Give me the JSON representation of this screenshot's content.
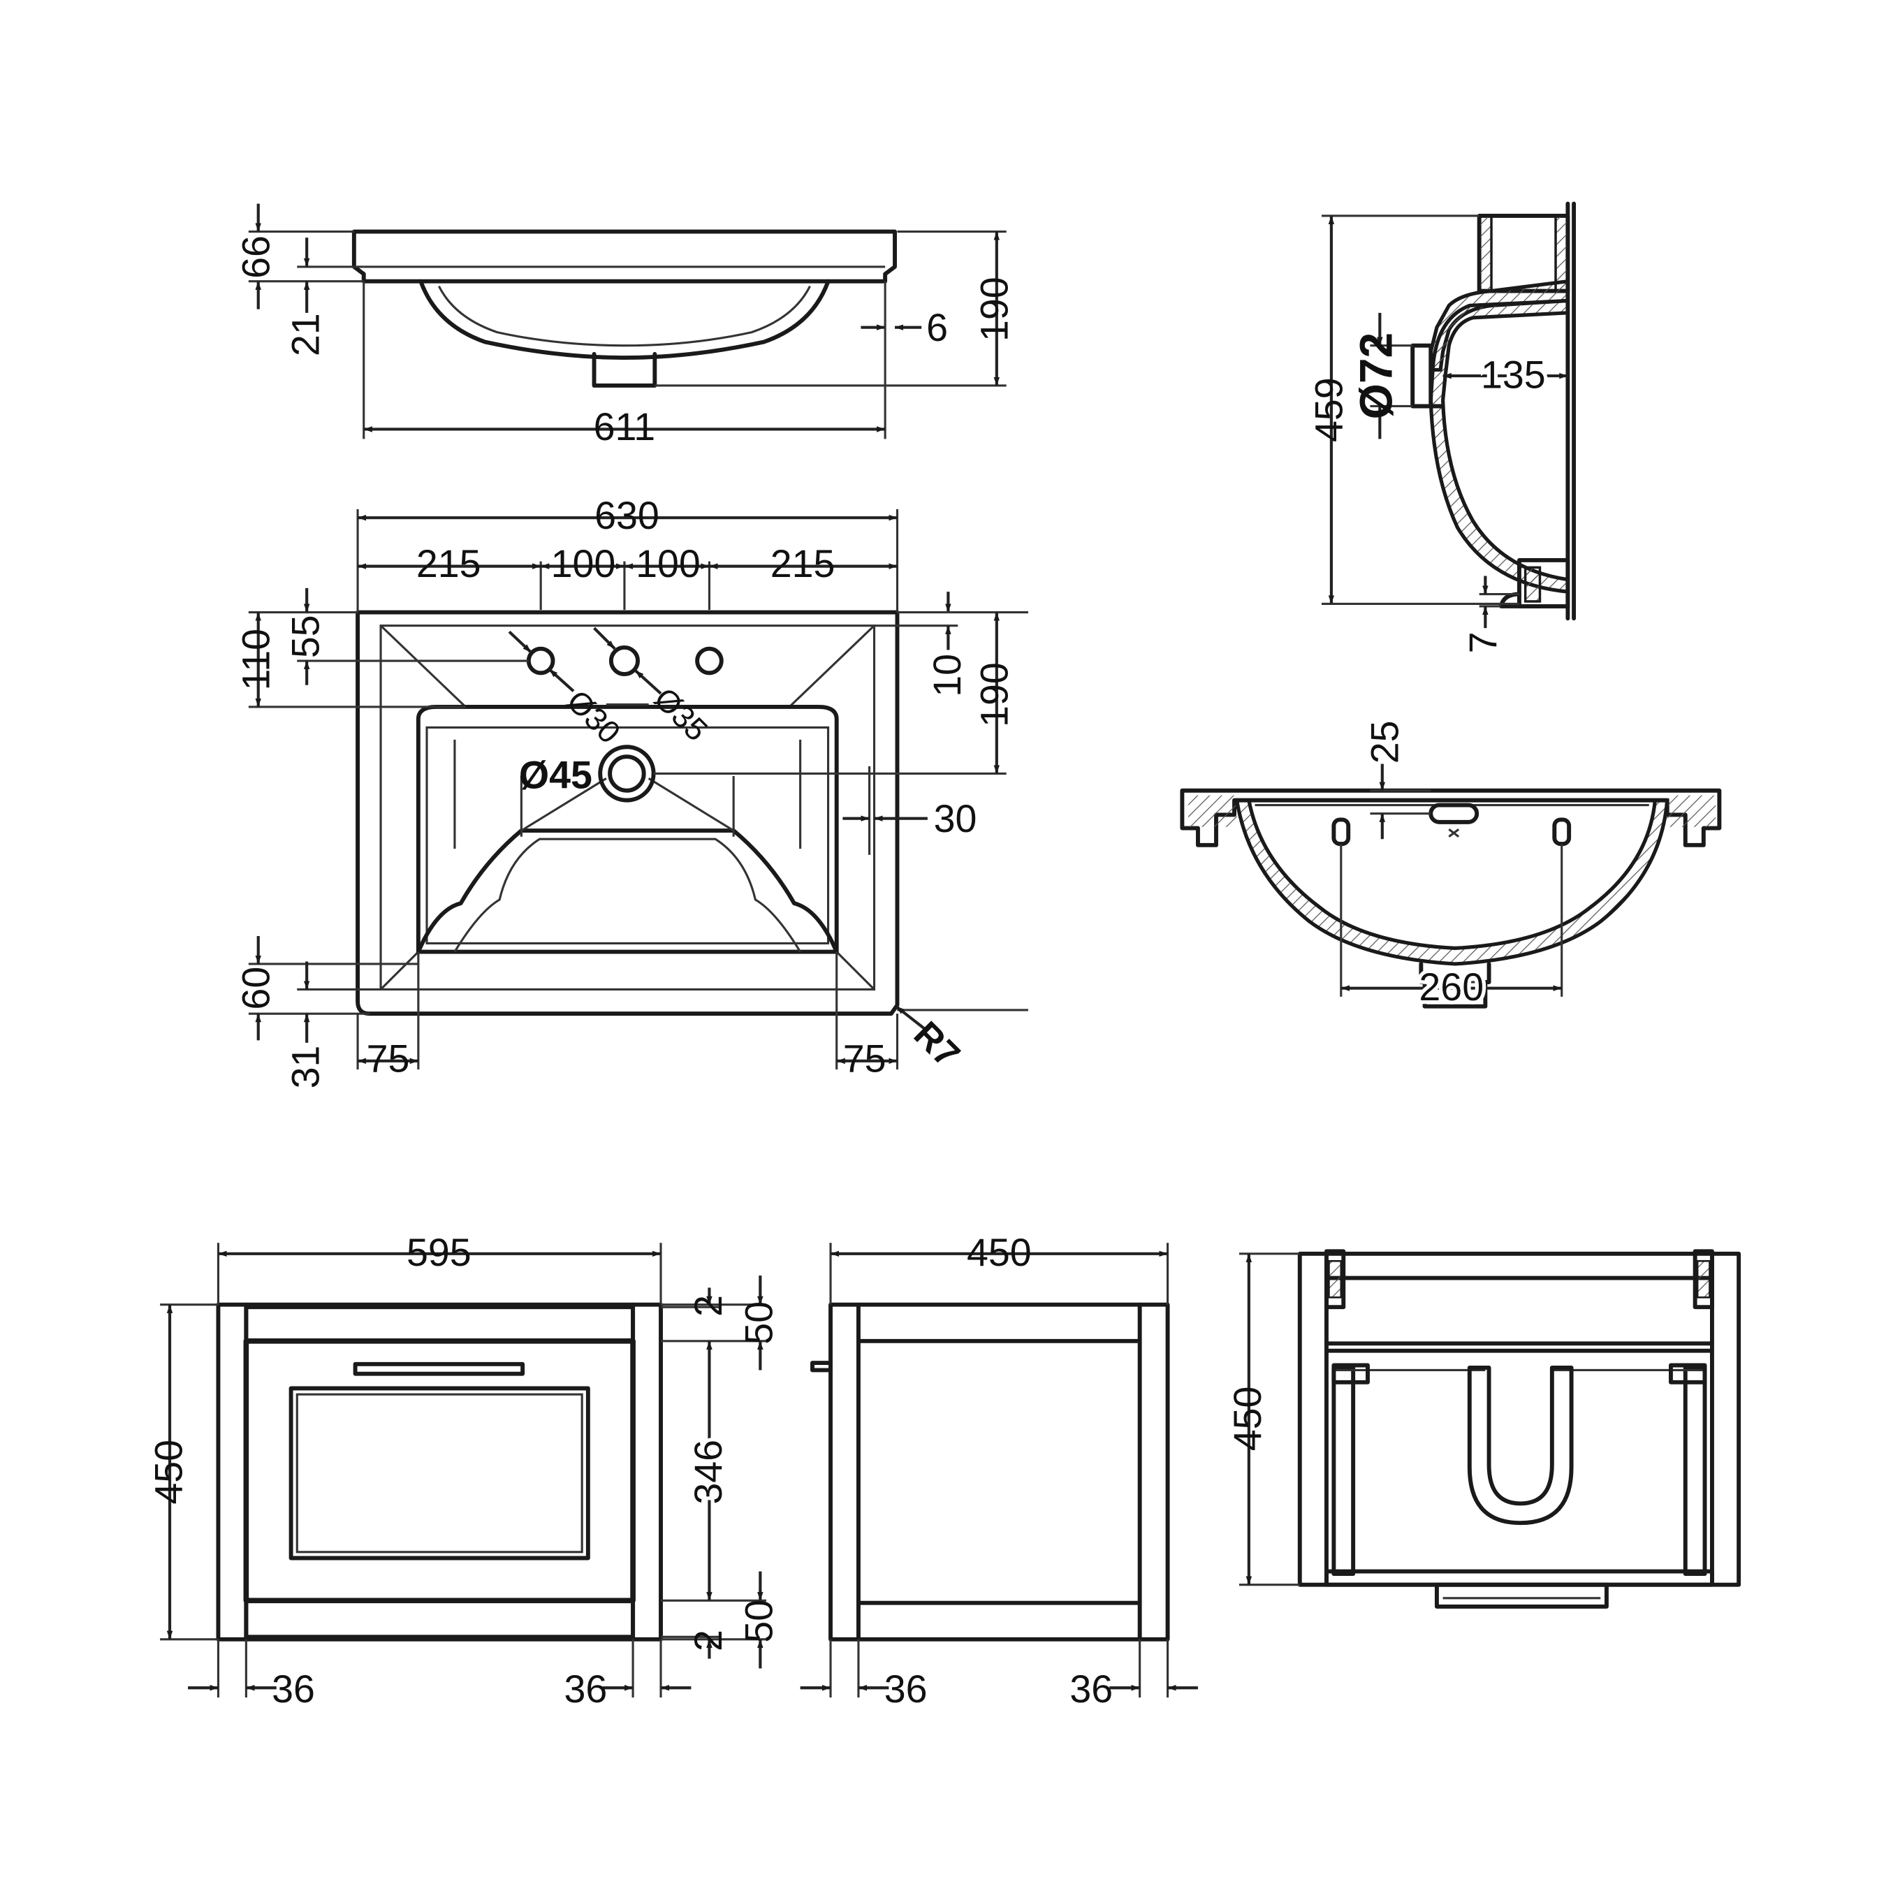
{
  "colors": {
    "line": "#1a1a1a",
    "background": "#ffffff"
  },
  "basin_front": {
    "overall_height": "190",
    "rim_height": "66",
    "lip_height": "21",
    "overhang": "6",
    "width": "611"
  },
  "basin_plan": {
    "width": "630",
    "taps": [
      "215",
      "100",
      "100",
      "215"
    ],
    "tap_row": "55",
    "bowl_start": "110",
    "offset_right": "10",
    "waste_from_back": "190",
    "waste_dia": "Ø45",
    "tap_hole": "Ø30",
    "tap_hole_large": "Ø35",
    "side_right": "30",
    "front_60": "60",
    "front_31": "31",
    "corner_left": "75",
    "corner_right": "75",
    "radius": "R7"
  },
  "basin_side": {
    "depth": "459",
    "waste": "Ø72",
    "projection": "135",
    "base": "7"
  },
  "basin_section": {
    "overflow": "25",
    "fixing_centres": "260"
  },
  "unit_front": {
    "width": "595",
    "height": "450",
    "gap_top": "2",
    "rail_top": "50",
    "door_height": "346",
    "rail_bottom": "50",
    "gap_bottom": "2",
    "side_left": "36",
    "side_right": "36"
  },
  "unit_side": {
    "depth": "450",
    "side_left": "36",
    "side_right": "36"
  },
  "unit_back": {
    "height": "450"
  }
}
